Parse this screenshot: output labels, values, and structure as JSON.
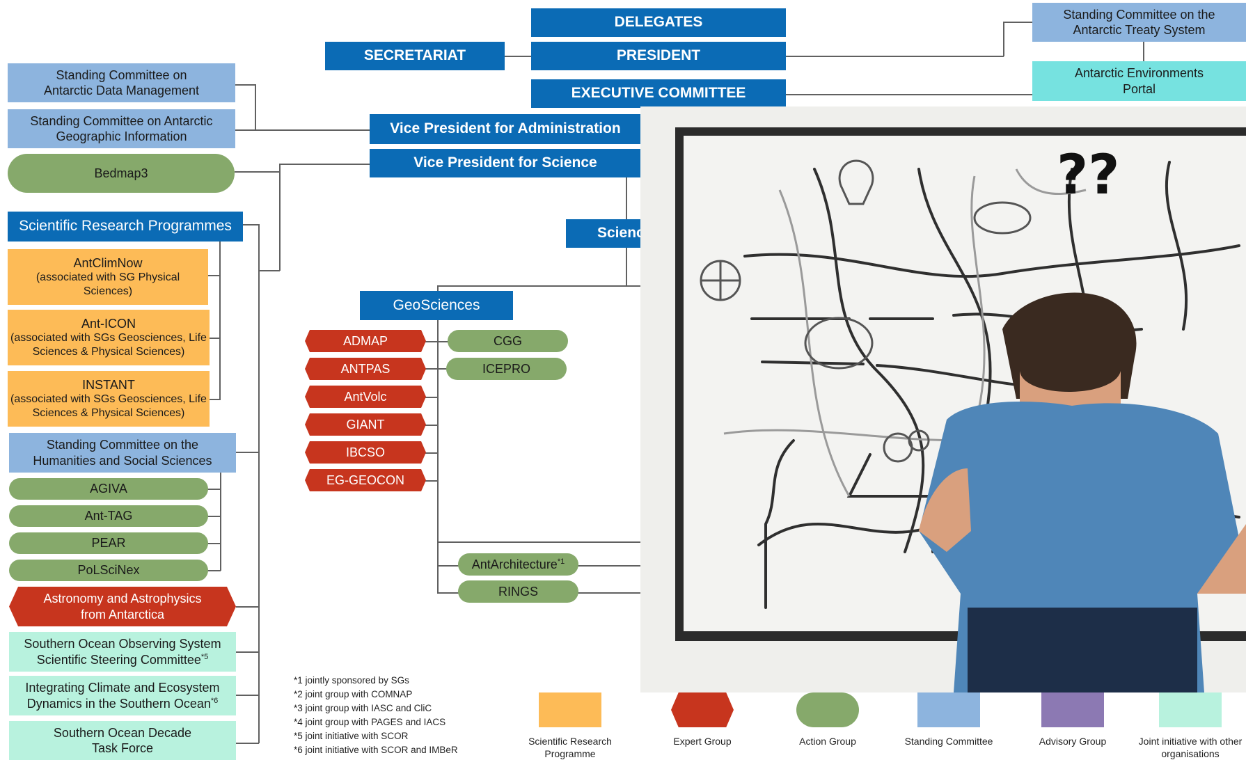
{
  "top": {
    "delegates": "DELEGATES",
    "secretariat": "SECRETARIAT",
    "president": "PRESIDENT",
    "executive": "EXECUTIVE COMMITTEE",
    "vp_admin": "Vice President for Administration",
    "vp_science": "Vice President for Science",
    "science_partial": "Scienc"
  },
  "right": {
    "treaty": "Standing Committee on the Antarctic Treaty System",
    "portal": "Antarctic Environments Portal"
  },
  "left": {
    "data_mgmt": "Standing Committee on Antarctic Data Management",
    "geo_info": "Standing Committee on Antarctic Geographic Information",
    "bedmap": "Bedmap3",
    "srp_header": "Scientific Research Programmes",
    "antclimnow_title": "AntClimNow",
    "antclimnow_sub": "(associated with SG Physical Sciences)",
    "anticon_title": "Ant-ICON",
    "anticon_sub": "(associated with SGs Geosciences, Life Sciences & Physical Sciences)",
    "instant_title": "INSTANT",
    "instant_sub": "(associated with SGs Geosciences, Life Sciences & Physical Sciences)",
    "hass": "Standing Committee on the Humanities and Social Sciences",
    "agiva": "AGIVA",
    "anttag": "Ant-TAG",
    "pear": "PEAR",
    "polscinex": "PoLSciNex",
    "astro": "Astronomy and Astrophysics from Antarctica",
    "soos": "Southern Ocean Observing System Scientific Steering Committee",
    "soos_sup": "*5",
    "icedyn": "Integrating Climate and Ecosystem Dynamics in the Southern Ocean",
    "icedyn_sup": "*6",
    "sodtf": "Southern Ocean Decade Task Force"
  },
  "geo": {
    "header": "GeoSciences",
    "expert": [
      "ADMAP",
      "ANTPAS",
      "AntVolc",
      "GIANT",
      "IBCSO",
      "EG-GEOCON"
    ],
    "action": [
      "CGG",
      "ICEPRO"
    ],
    "antarch": "AntArchitecture",
    "antarch_sup": "*1",
    "rings": "RINGS"
  },
  "overlay": {
    "question": "??",
    "colors": {
      "board_frame": "#2b2b2b",
      "board": "#f1f1ef",
      "shirt": "#4f86b8",
      "jeans": "#1d2e48",
      "hair": "#3a2a20",
      "skin": "#d9a07e"
    }
  },
  "notes": [
    "*1 jointly sponsored by SGs",
    "*2 joint group with COMNAP",
    "*3 joint group with IASC and CliC",
    "*4 joint group with PAGES and IACS",
    "*5 joint initiative with SCOR",
    "*6 joint initiative with SCOR and IMBeR"
  ],
  "legend": [
    {
      "label": "Scientific Research Programme",
      "color": "#fdbb57",
      "shape": "rect"
    },
    {
      "label": "Expert Group",
      "color": "#c7351e",
      "shape": "hex"
    },
    {
      "label": "Action Group",
      "color": "#86a96b",
      "shape": "pill"
    },
    {
      "label": "Standing Committee",
      "color": "#8db4de",
      "shape": "rect"
    },
    {
      "label": "Advisory Group",
      "color": "#8c79b3",
      "shape": "rect"
    },
    {
      "label": "Joint initiative with other organisations",
      "color": "#b8f2de",
      "shape": "rect"
    }
  ]
}
